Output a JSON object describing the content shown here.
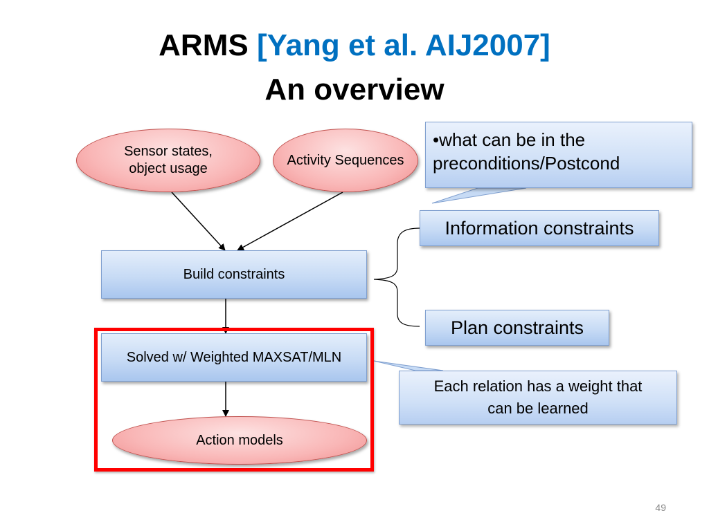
{
  "title": {
    "line1_main": "ARMS ",
    "line1_cite": "[Yang et al. AIJ2007]",
    "line2": "An overview"
  },
  "nodes": {
    "sensor_states": "Sensor states,\nobject usage",
    "activity_sequences": "Activity Sequences",
    "build_constraints": "Build constraints",
    "solved": "Solved w/ Weighted MAXSAT/MLN",
    "action_models": "Action models",
    "information_constraints": "Information constraints",
    "plan_constraints": "Plan constraints"
  },
  "callouts": {
    "preconditions_line1": "•what can be in the",
    "preconditions_line2": "preconditions/Postcond",
    "weight_line1": "Each relation has a weight that",
    "weight_line2": "can be learned"
  },
  "colors": {
    "citation": "#0070C0",
    "highlight_frame": "#FF0000",
    "ellipse_fill": "#F9B6B6",
    "box_fill": "#C7DBF5"
  },
  "page_number": "49"
}
